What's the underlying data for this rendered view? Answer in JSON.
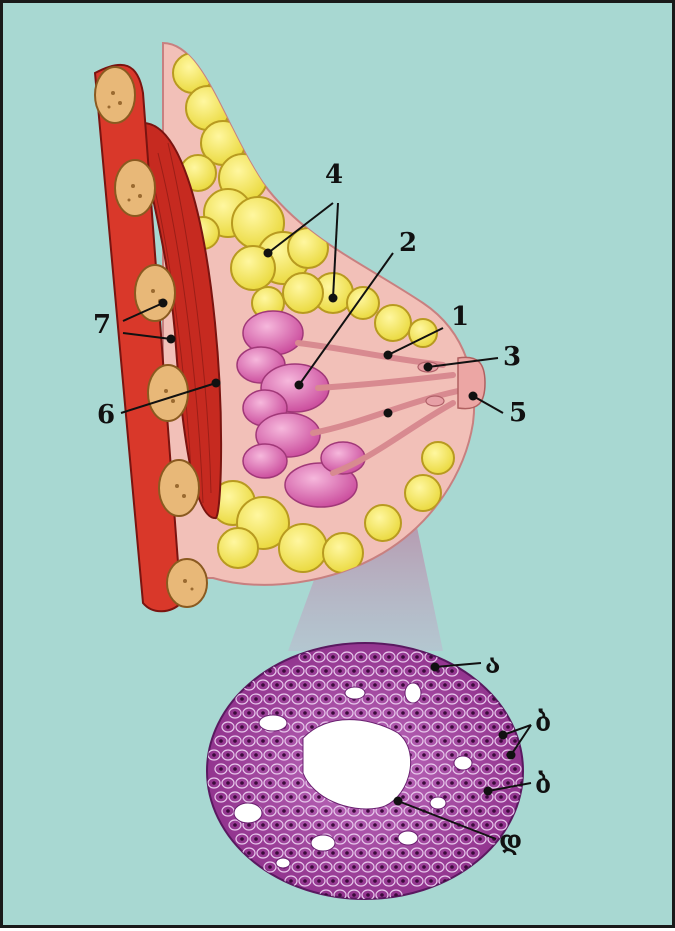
{
  "colors": {
    "background": "#a8d8d2",
    "border": "#1a1a1a",
    "skin": "#f0b8b0",
    "fat": "#f2e85a",
    "fat_outline": "#c8b020",
    "muscle": "#c0281e",
    "rib": "#e8b878",
    "lobule": "#e070b0",
    "duct": "#e8a0a0",
    "tissue_cells": "#9a3a90",
    "lumen": "#ffffff"
  },
  "labels": {
    "l1": "1",
    "l2": "2",
    "l3": "3",
    "l4": "4",
    "l5": "5",
    "l6": "6",
    "l7": "7",
    "la": "ა",
    "lb1": "ბ",
    "lb2": "ბ",
    "ld": "დ"
  }
}
